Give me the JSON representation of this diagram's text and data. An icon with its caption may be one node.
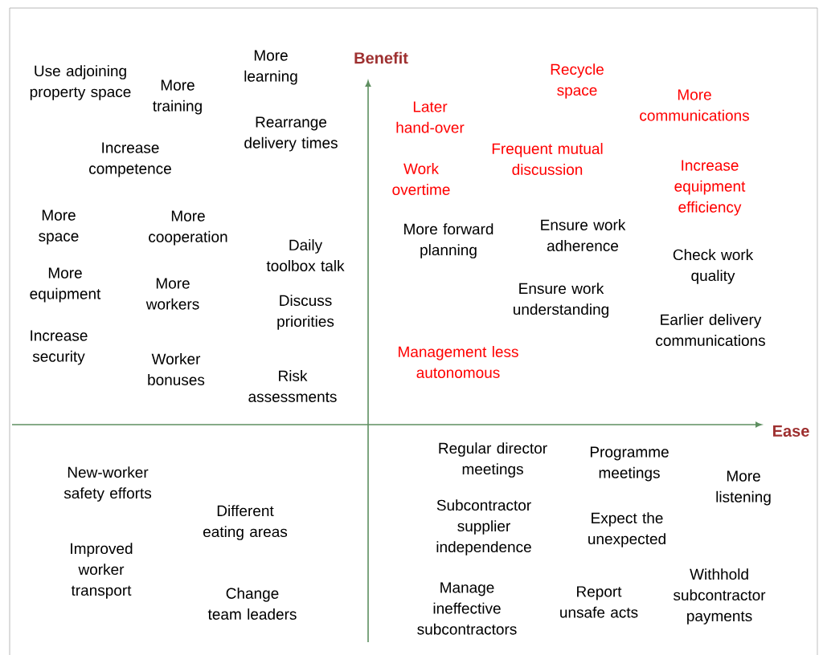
{
  "diagram": {
    "labels": [
      "Benefit",
      "Use adjoining property space",
      "More training",
      "More learning",
      "Rearrange delivery times",
      "Increase competence",
      "More space",
      "More cooperation",
      "Daily toolbox talk",
      "More equipment",
      "More workers",
      "Discuss priorities",
      "Increase security",
      "Worker bonuses",
      "Risk assessments",
      "Later hand-over",
      "Recycle space",
      "More communications",
      "Frequent mutual discussion",
      "Work overtime",
      "Increase equipment efficiency",
      "More forward planning",
      "Ensure work adherence",
      "Check work quality",
      "Ensure work understanding",
      "Earlier delivery communications",
      "Management less autonomous",
      "Ease",
      "New-worker safety efforts",
      "Different eating areas",
      "Improved worker transport",
      "Change team leaders",
      "Regular director meetings",
      "Programme meetings",
      "More listening",
      "Subcontractor supplier independence",
      "Expect the unexpected",
      "Manage ineffective subcontractors",
      "Report unsafe acts",
      "Withhold subcontractor payments"
    ]
  }
}
